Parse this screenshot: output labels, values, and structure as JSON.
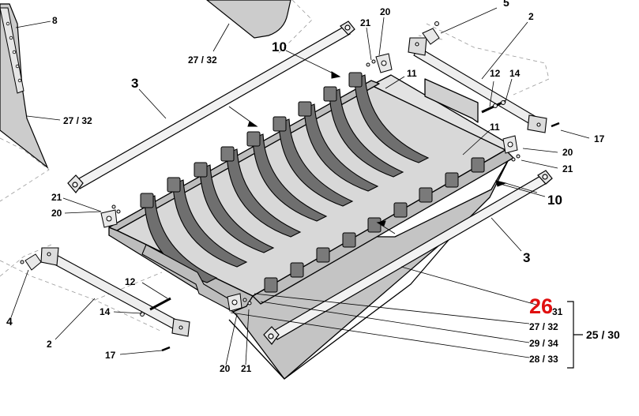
{
  "colors": {
    "sheet_fill": "#cccccc",
    "sheet_dark": "#b3b3b3",
    "strap_fill": "#6f6f6f",
    "part_outline": "#000000",
    "highlight": "#e01010"
  },
  "callouts": {
    "n8": "8",
    "n27_32_top": "27 / 32",
    "n3_left": "3",
    "n27_32_left": "27 / 32",
    "n10_top": "10",
    "n21_top": "21",
    "n20_top": "20",
    "n5": "5",
    "n2_top": "2",
    "n11_top": "11",
    "n12_right": "12",
    "n14_right": "14",
    "n11_mid": "11",
    "n17_right": "17",
    "n20_right": "20",
    "n21_right": "21",
    "n10_right": "10",
    "n3_right": "3",
    "n21_left": "21",
    "n20_left": "20",
    "n4": "4",
    "n2_bottom": "2",
    "n12_left": "12",
    "n14_left": "14",
    "n17_left": "17",
    "n20_bottom": "20",
    "n21_bottom": "21",
    "n26": "26",
    "n31": "31",
    "n27_32_list": "27 / 32",
    "n29_34": "29 / 34",
    "n28_33": "28 / 33",
    "n25_30": "25 / 30"
  }
}
